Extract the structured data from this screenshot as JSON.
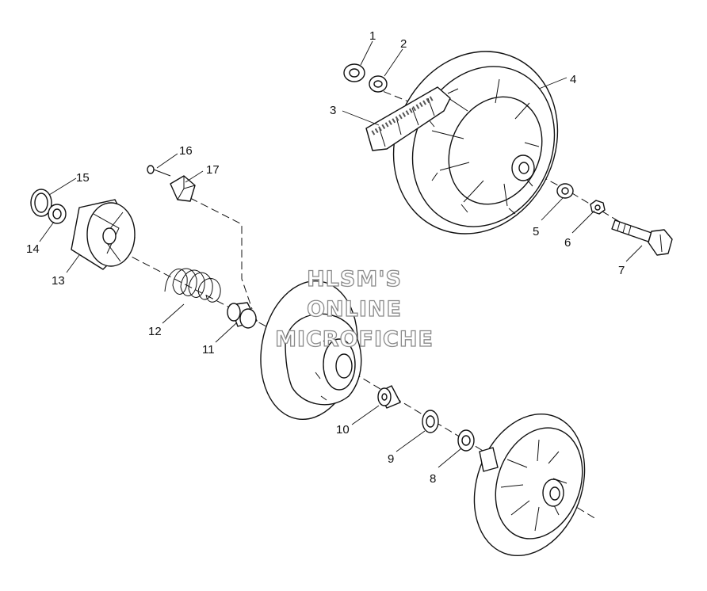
{
  "callouts": [
    {
      "id": "1",
      "label": "1"
    },
    {
      "id": "2",
      "label": "2"
    },
    {
      "id": "3",
      "label": "3"
    },
    {
      "id": "4",
      "label": "4"
    },
    {
      "id": "5",
      "label": "5"
    },
    {
      "id": "6",
      "label": "6"
    },
    {
      "id": "7",
      "label": "7"
    },
    {
      "id": "8",
      "label": "8"
    },
    {
      "id": "9",
      "label": "9"
    },
    {
      "id": "10",
      "label": "10"
    },
    {
      "id": "11",
      "label": "11"
    },
    {
      "id": "12",
      "label": "12"
    },
    {
      "id": "13",
      "label": "13"
    },
    {
      "id": "14",
      "label": "14"
    },
    {
      "id": "15",
      "label": "15"
    },
    {
      "id": "16",
      "label": "16"
    },
    {
      "id": "17",
      "label": "17"
    }
  ],
  "watermark": {
    "line1": "HLSM'S",
    "line2": "ONLINE",
    "line3": "MICROFICHE"
  }
}
